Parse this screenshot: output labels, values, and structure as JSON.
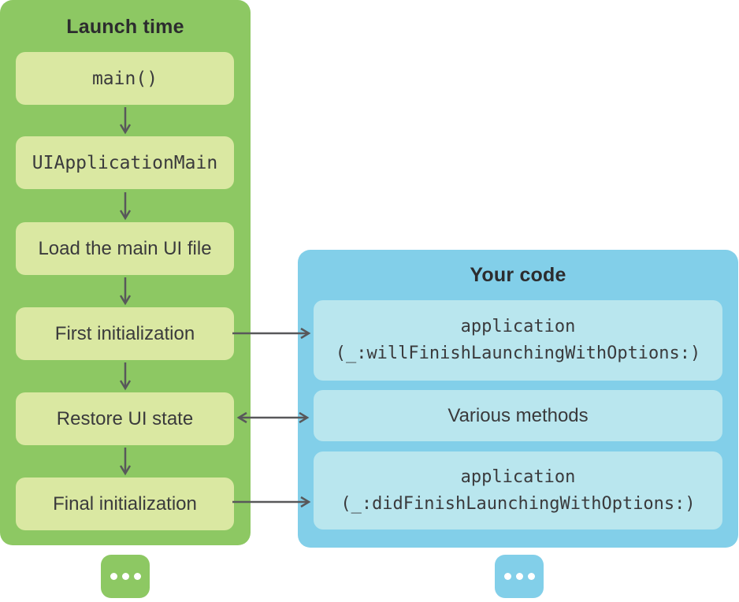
{
  "diagram": {
    "type": "flowchart",
    "description": "App launch sequence: launch-time steps with callouts into app delegate code"
  },
  "colors": {
    "launch_panel": "#8DC863",
    "launch_box": "#DAE8A2",
    "code_panel": "#82CFE9",
    "code_box": "#B9E6EE",
    "arrow": "#58585A",
    "text": "#3A3A3C",
    "title_text": "#2C2C2E",
    "background": "#FFFFFF"
  },
  "icons": {
    "more": "ellipsis"
  },
  "launch": {
    "title": "Launch time",
    "boxes": [
      {
        "label": "main()",
        "style": "code"
      },
      {
        "label": "UIApplicationMain",
        "style": "code"
      },
      {
        "label": "Load the main UI file",
        "style": "plain"
      },
      {
        "label": "First initialization",
        "style": "plain"
      },
      {
        "label": "Restore UI state",
        "style": "plain"
      },
      {
        "label": "Final initialization",
        "style": "plain"
      }
    ]
  },
  "your_code": {
    "title": "Your code",
    "boxes": [
      {
        "line1": "application",
        "line2": "(_:willFinishLaunchingWithOptions:)",
        "style": "code"
      },
      {
        "label": "Various methods",
        "style": "plain"
      },
      {
        "line1": "application",
        "line2": "(_:didFinishLaunchingWithOptions:)",
        "style": "code"
      }
    ]
  },
  "connections": [
    {
      "from": "main()",
      "to": "UIApplicationMain",
      "direction": "down"
    },
    {
      "from": "UIApplicationMain",
      "to": "Load the main UI file",
      "direction": "down"
    },
    {
      "from": "Load the main UI file",
      "to": "First initialization",
      "direction": "down"
    },
    {
      "from": "First initialization",
      "to": "Restore UI state",
      "direction": "down"
    },
    {
      "from": "Restore UI state",
      "to": "Final initialization",
      "direction": "down"
    },
    {
      "from": "First initialization",
      "to": "application(_:willFinishLaunchingWithOptions:)",
      "direction": "right"
    },
    {
      "from": "Restore UI state",
      "to": "Various methods",
      "direction": "both"
    },
    {
      "from": "Final initialization",
      "to": "application(_:didFinishLaunchingWithOptions:)",
      "direction": "right"
    }
  ]
}
